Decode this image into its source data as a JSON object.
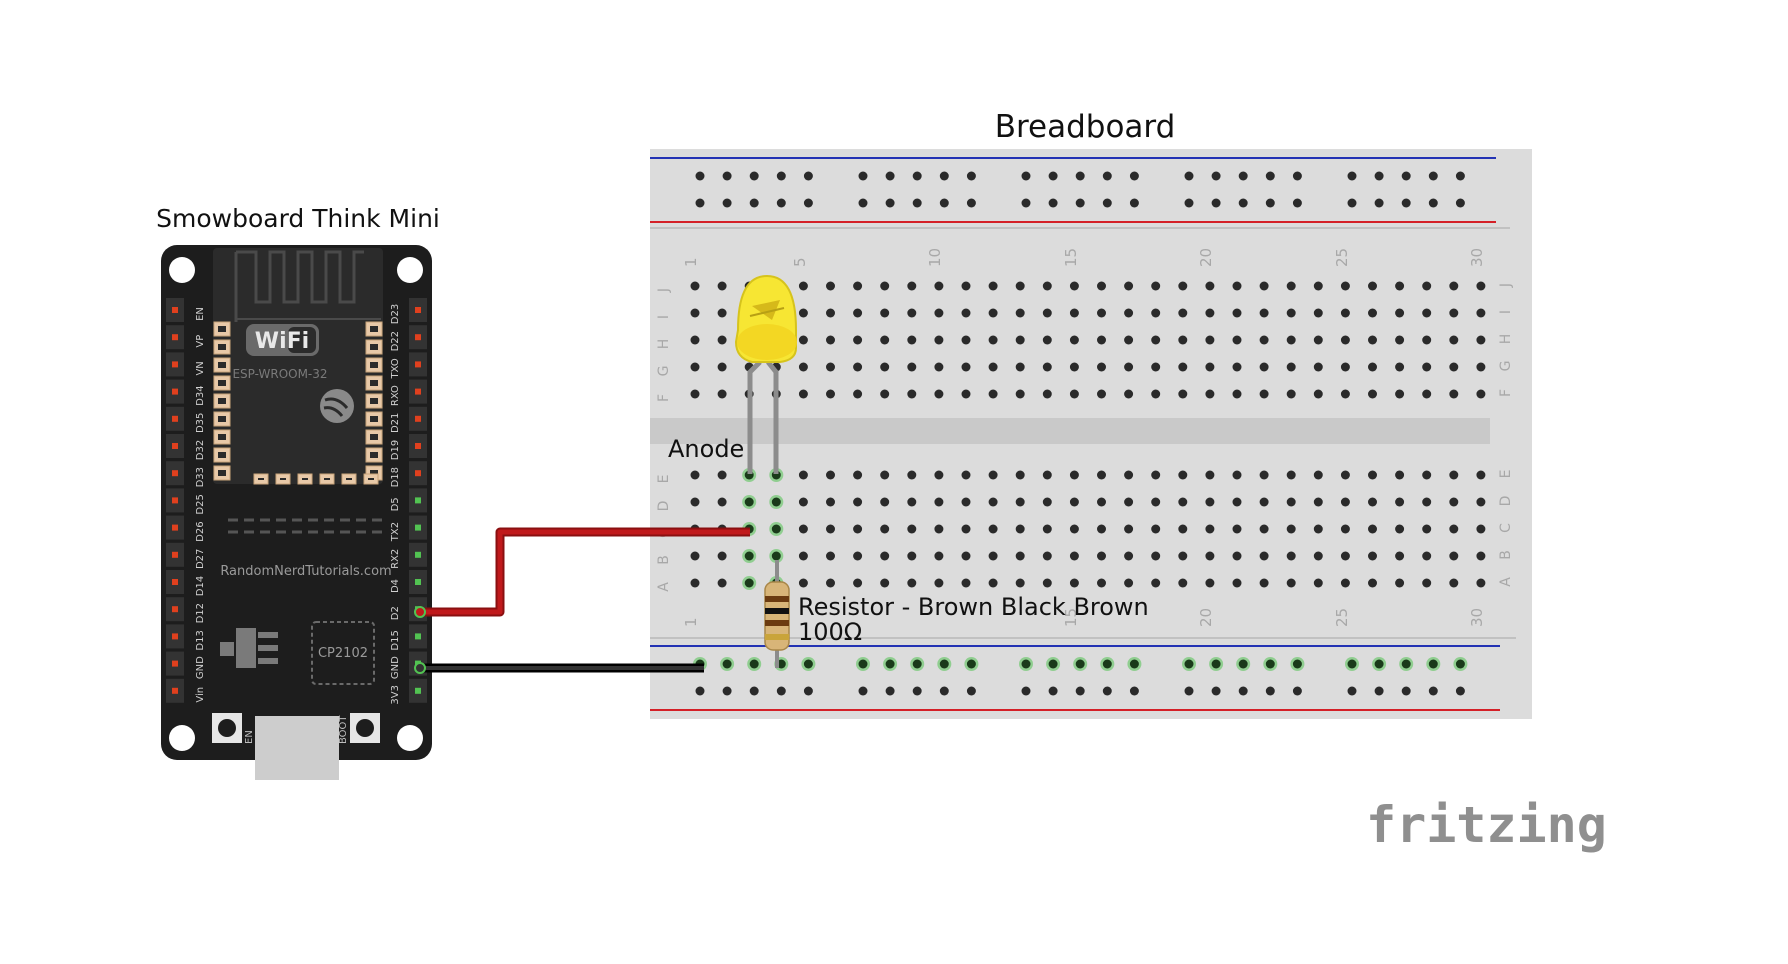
{
  "breadboard": {
    "title": "Breadboard",
    "row_letters_bottom_half": [
      "E",
      "D",
      "C",
      "B",
      "A"
    ],
    "row_letters_top_half": [
      "J",
      "I",
      "H",
      "G",
      "F"
    ],
    "column_numbers": [
      "1",
      "5",
      "10",
      "15",
      "20",
      "25",
      "30"
    ]
  },
  "board": {
    "title": "Smowboard Think Mini",
    "wifi_logo": "WiFi",
    "module_label": "ESP-WROOM-32",
    "website": "RandomNerdTutorials.com",
    "chip_label": "CP2102",
    "left_pins": [
      "EN",
      "VP",
      "VN",
      "D34",
      "D35",
      "D32",
      "D33",
      "D25",
      "D26",
      "D27",
      "D14",
      "D12",
      "D13",
      "GND",
      "Vin"
    ],
    "right_pins": [
      "D23",
      "D22",
      "TXO",
      "RXO",
      "D21",
      "D19",
      "D18",
      "D5",
      "TX2",
      "RX2",
      "D4",
      "D2",
      "D15",
      "GND",
      "3V3"
    ],
    "button_en": "EN",
    "button_boot": "BOOT"
  },
  "annotations": {
    "anode": "Anode",
    "resistor_line1": "Resistor - Brown Black Brown",
    "resistor_line2": "100Ω"
  },
  "logo": {
    "text": "fritzing"
  },
  "colors": {
    "board": "#1d1d1d",
    "breadboard": "#dcdcdc",
    "wire_red": "#c0191b",
    "wire_black": "#1a1a1a",
    "led": "#f7e633",
    "rail_red": "#d42027",
    "rail_blue": "#2333b4",
    "connected_hole": "#52c352"
  }
}
